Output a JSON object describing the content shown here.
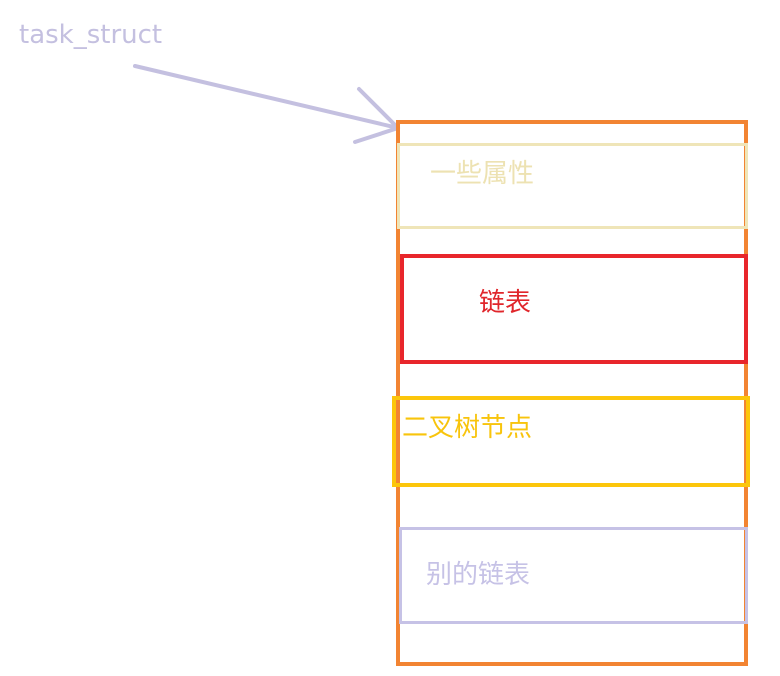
{
  "diagram": {
    "title": "task_struct",
    "fields": [
      {
        "label": "一些属性",
        "color": "#efe5b8"
      },
      {
        "label": "链表",
        "color": "#e8262b"
      },
      {
        "label": "二叉树节点",
        "color": "#fcc60b"
      },
      {
        "label": "别的链表",
        "color": "#c6c2e6"
      }
    ],
    "struct_border_color": "#f28432",
    "arrow_color": "#c4c0e0"
  }
}
